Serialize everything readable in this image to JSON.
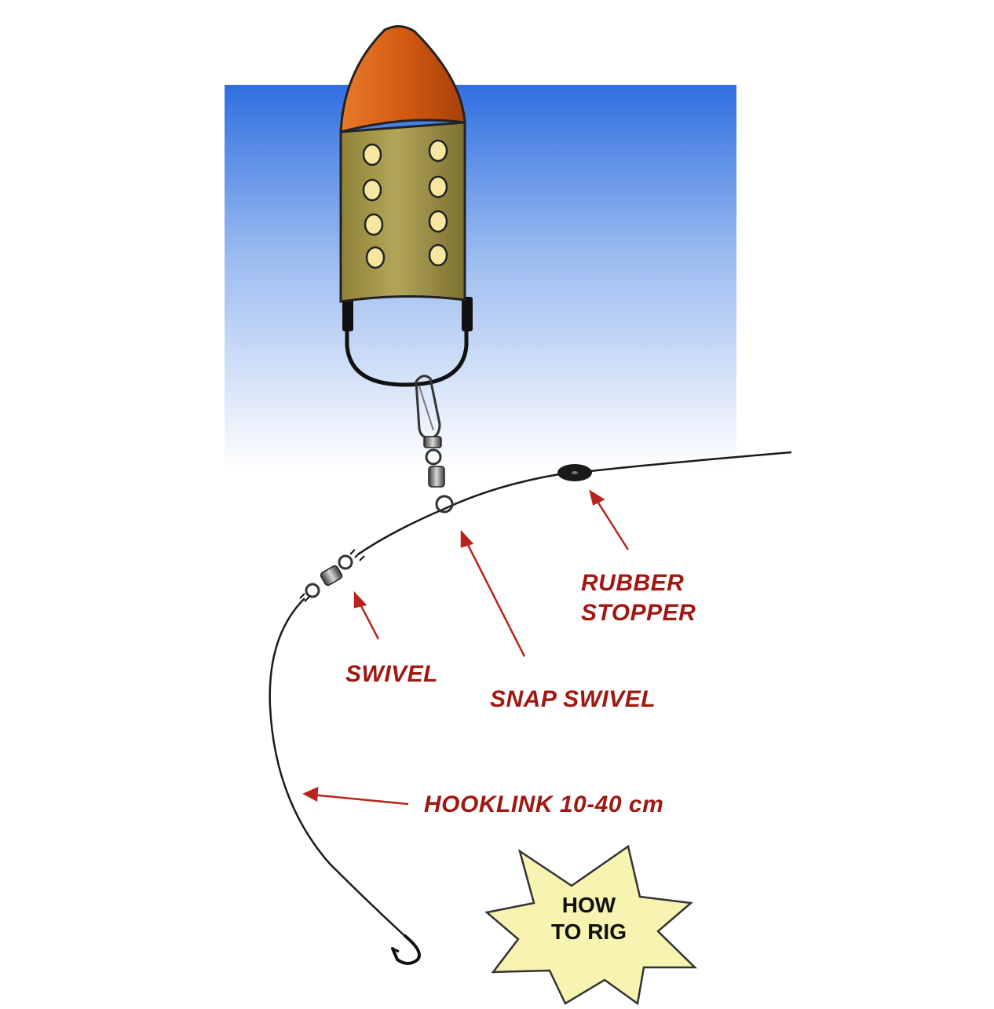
{
  "labels": {
    "rubber_stopper_line1": "RUBBER",
    "rubber_stopper_line2": "STOPPER",
    "swivel": "SWIVEL",
    "snap_swivel": "SNAP SWIVEL",
    "hooklink": "HOOKLINK 10-40 cm"
  },
  "badge": {
    "line1": "HOW",
    "line2": "TO RIG"
  },
  "colors": {
    "label_text": "#a01812",
    "arrow": "#b8241c",
    "water_top": "#2f6fe0",
    "water_bottom": "#ffffff",
    "feeder_cap": "#d35a12",
    "feeder_body": "#a89a4c",
    "feeder_holes": "#f5e6a0",
    "badge_fill": "#f7f3b0",
    "line": "#1a1a1a"
  }
}
